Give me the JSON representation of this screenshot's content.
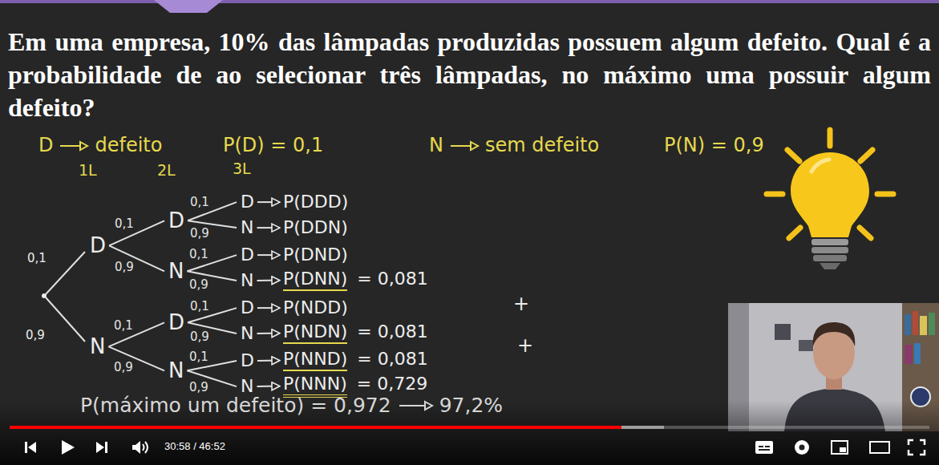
{
  "diagram": {
    "title": "Em uma empresa, 10% das lâmpadas produzidas possuem algum defeito. Qual é a probabilidade de ao selecionar três lâmpadas, no máximo uma possuir algum defeito?",
    "nodes": [
      {
        "text": [
          "D"
        ]
      },
      {
        "text": [
          "N"
        ]
      },
      {
        "text": [
          "D"
        ]
      },
      {
        "text": [
          "N"
        ]
      },
      {
        "text": [
          "D"
        ]
      },
      {
        "text": [
          "N"
        ]
      },
      {
        "text": [
          "D"
        ]
      },
      {
        "text": [
          "N"
        ]
      },
      {
        "text": [
          "D"
        ]
      },
      {
        "text": [
          "N"
        ]
      },
      {
        "text": [
          "D"
        ]
      },
      {
        "text": [
          "N"
        ]
      },
      {
        "text": [
          "D"
        ]
      },
      {
        "text": [
          "N"
        ]
      },
      {
        "text": [
          "P(DDD)"
        ]
      },
      {
        "text": [
          "P(DDN)"
        ]
      },
      {
        "text": [
          "P(DND)"
        ]
      },
      {
        "text": [
          "P(DNN)",
          "= 0,081"
        ]
      },
      {
        "text": [
          "P(NDD)"
        ]
      },
      {
        "text": [
          "P(NDN)",
          "= 0,081"
        ]
      },
      {
        "text": [
          "P(NND)",
          "= 0,081"
        ]
      },
      {
        "text": [
          "P(NNN)",
          "= 0,729"
        ]
      }
    ],
    "edges": [
      {
        "from": 0,
        "to": 2,
        "arrow": "none",
        "label": "0,1"
      },
      {
        "from": 0,
        "to": 3,
        "arrow": "none",
        "label": "0,9"
      },
      {
        "from": 1,
        "to": 4,
        "arrow": "none",
        "label": "0,1"
      },
      {
        "from": 1,
        "to": 5,
        "arrow": "none",
        "label": "0,9"
      },
      {
        "from": 2,
        "to": 6,
        "arrow": "none",
        "label": "0,1"
      },
      {
        "from": 2,
        "to": 7,
        "arrow": "none",
        "label": "0,9"
      },
      {
        "from": 3,
        "to": 8,
        "arrow": "none",
        "label": "0,1"
      },
      {
        "from": 3,
        "to": 9,
        "arrow": "none",
        "label": "0,9"
      },
      {
        "from": 4,
        "to": 10,
        "arrow": "none",
        "label": "0,1"
      },
      {
        "from": 4,
        "to": 11,
        "arrow": "none",
        "label": "0,9"
      },
      {
        "from": 5,
        "to": 12,
        "arrow": "none",
        "label": "0,1"
      },
      {
        "from": 5,
        "to": 13,
        "arrow": "none",
        "label": "0,9"
      },
      {
        "from": 6,
        "to": 14,
        "arrow": "to"
      },
      {
        "from": 7,
        "to": 15,
        "arrow": "to"
      },
      {
        "from": 8,
        "to": 16,
        "arrow": "to"
      },
      {
        "from": 9,
        "to": 17,
        "arrow": "to"
      },
      {
        "from": 10,
        "to": 18,
        "arrow": "to"
      },
      {
        "from": 11,
        "to": 19,
        "arrow": "to"
      },
      {
        "from": 12,
        "to": 20,
        "arrow": "to"
      },
      {
        "from": 13,
        "to": 21,
        "arrow": "to"
      }
    ],
    "labels": [
      "D",
      "defeito",
      "P(D) = 0,1",
      "N",
      "sem defeito",
      "P(N) = 0,9",
      "1L",
      "2L",
      "3L",
      "0,1",
      "0,9",
      "+",
      "+",
      "P(máximo um defeito) = 0,972",
      "97,2%",
      "30:58 / 46:52"
    ]
  }
}
